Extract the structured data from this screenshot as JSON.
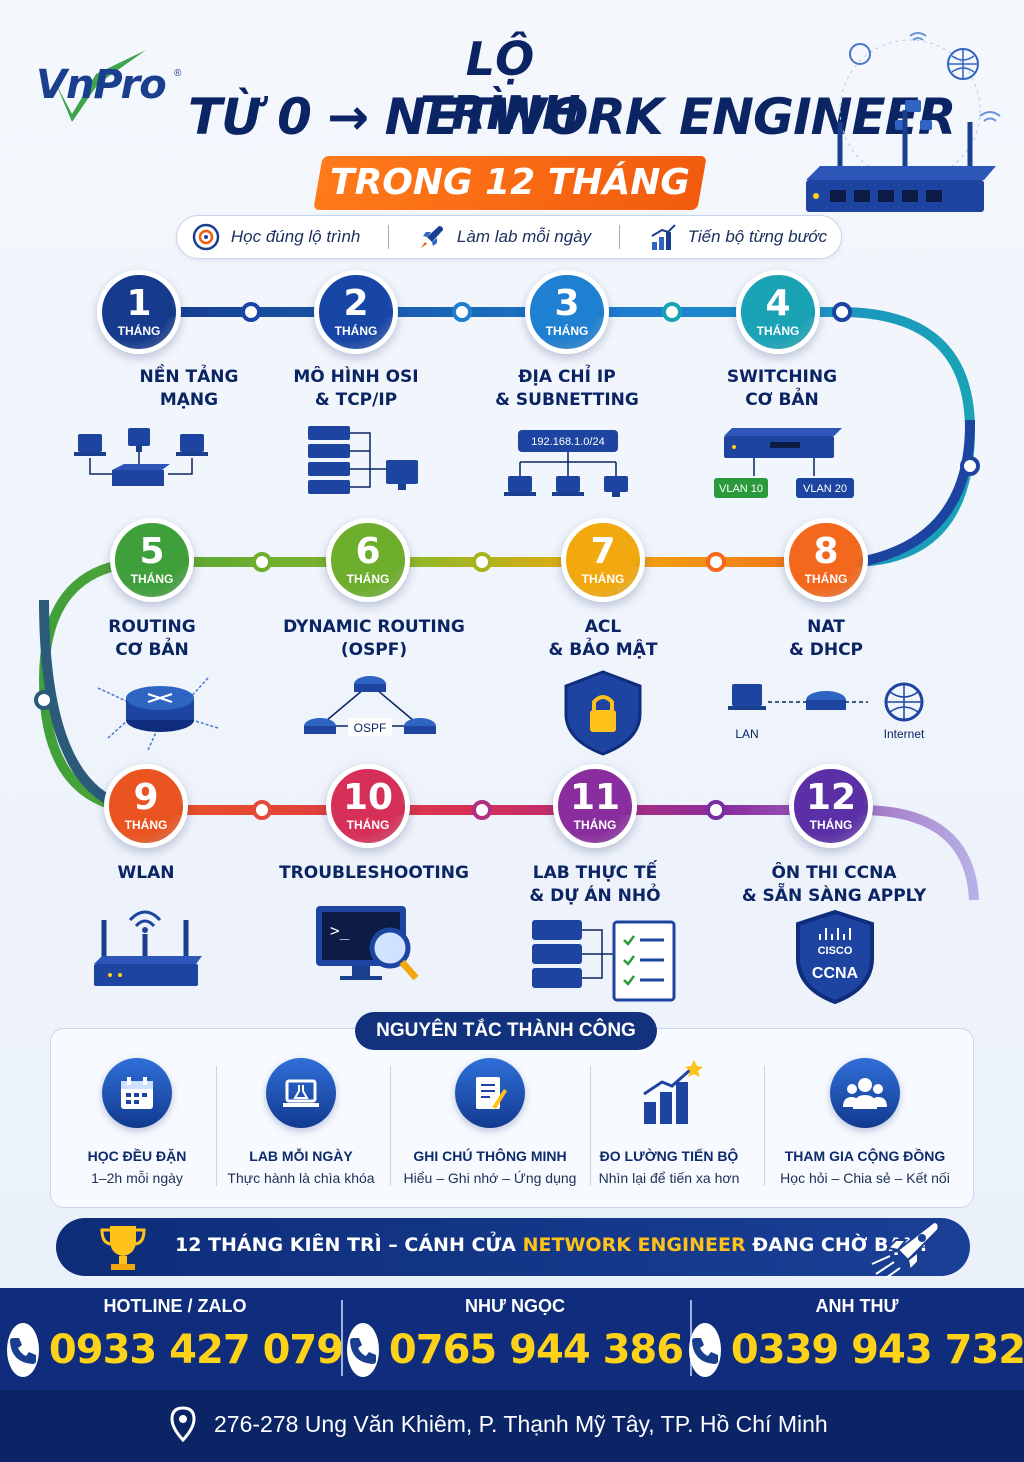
{
  "header": {
    "logo_text": "VnPro",
    "logo_reg": "®",
    "title_line1": "LỘ TRÌNH",
    "title_line2": "TỪ 0 → NETWORK ENGINEER",
    "title_line3": "TRONG 12 THÁNG",
    "tags": [
      {
        "label": "Học đúng lộ trình",
        "icon": "target-icon"
      },
      {
        "label": "Làm lab mỗi ngày",
        "icon": "rocket-icon"
      },
      {
        "label": "Tiến bộ từng bước",
        "icon": "growth-chart-icon"
      }
    ]
  },
  "steps": [
    {
      "num": "1",
      "unit": "THÁNG",
      "title1": "NỀN TẢNG",
      "title2": "MẠNG",
      "color": "#163a8c"
    },
    {
      "num": "2",
      "unit": "THÁNG",
      "title1": "MÔ HÌNH OSI",
      "title2": "& TCP/IP",
      "color": "#1846a6"
    },
    {
      "num": "3",
      "unit": "THÁNG",
      "title1": "ĐỊA CHỈ IP",
      "title2": "& SUBNETTING",
      "color": "#1f7fd0"
    },
    {
      "num": "4",
      "unit": "THÁNG",
      "title1": "SWITCHING",
      "title2": "CƠ BẢN",
      "color": "#19a3b5"
    },
    {
      "num": "5",
      "unit": "THÁNG",
      "title1": "ROUTING",
      "title2": "CƠ BẢN",
      "color": "#3f9f3a"
    },
    {
      "num": "6",
      "unit": "THÁNG",
      "title1": "DYNAMIC ROUTING",
      "title2": "(OSPF)",
      "color": "#6dae2c"
    },
    {
      "num": "7",
      "unit": "THÁNG",
      "title1": "ACL",
      "title2": "& BẢO MẬT",
      "color": "#f2a90f"
    },
    {
      "num": "8",
      "unit": "THÁNG",
      "title1": "NAT",
      "title2": "& DHCP",
      "color": "#f3681d"
    },
    {
      "num": "9",
      "unit": "THÁNG",
      "title1": "WLAN",
      "title2": "",
      "color": "#ea5421"
    },
    {
      "num": "10",
      "unit": "THÁNG",
      "title1": "TROUBLESHOOTING",
      "title2": "",
      "color": "#d62f58"
    },
    {
      "num": "11",
      "unit": "THÁNG",
      "title1": "LAB THỰC TẾ",
      "title2": "& DỰ ÁN NHỎ",
      "color": "#8a2d9e"
    },
    {
      "num": "12",
      "unit": "THÁNG",
      "title1": "ÔN THI CCNA",
      "title2": "& SẴN SÀNG APPLY",
      "color": "#5b2fa6"
    }
  ],
  "illus_labels": {
    "ip": "192.168.1.0/24",
    "vlan10": "VLAN 10",
    "vlan20": "VLAN 20",
    "ospf": "OSPF",
    "lan": "LAN",
    "internet": "Internet",
    "cisco": "CISCO",
    "ccna": "CCNA",
    "prompt": ">_"
  },
  "principles": {
    "title": "NGUYÊN TẮC THÀNH CÔNG",
    "items": [
      {
        "title": "HỌC ĐỀU ĐẶN",
        "sub": "1–2h mỗi ngày",
        "icon": "calendar-icon"
      },
      {
        "title": "LAB MỖI NGÀY",
        "sub": "Thực hành là chìa khóa",
        "icon": "laptop-lab-icon"
      },
      {
        "title": "GHI CHÚ THÔNG MINH",
        "sub": "Hiểu – Ghi nhớ – Ứng dụng",
        "icon": "notes-icon"
      },
      {
        "title": "ĐO LƯỜNG TIẾN BỘ",
        "sub": "Nhìn lại để tiến xa hơn",
        "icon": "bar-chart-icon"
      },
      {
        "title": "THAM GIA CỘNG ĐỒNG",
        "sub": "Học hỏi – Chia sẻ – Kết nối",
        "icon": "community-icon"
      }
    ]
  },
  "motto": {
    "before": "12 THÁNG KIÊN TRÌ – CÁNH CỬA ",
    "highlight": "NETWORK ENGINEER",
    "after": " ĐANG CHỜ BẠN!"
  },
  "contacts": [
    {
      "name": "HOTLINE / ZALO",
      "phone": "0933 427 079"
    },
    {
      "name": "NHƯ NGỌC",
      "phone": "0765 944 386"
    },
    {
      "name": "ANH THƯ",
      "phone": "0339 943 732"
    }
  ],
  "address": "276-278 Ung Văn Khiêm, P. Thạnh Mỹ Tây, TP. Hồ Chí Minh",
  "colors": {
    "navy": "#0b2463",
    "orange": "#f25b0e",
    "yellow": "#ffd21a"
  }
}
